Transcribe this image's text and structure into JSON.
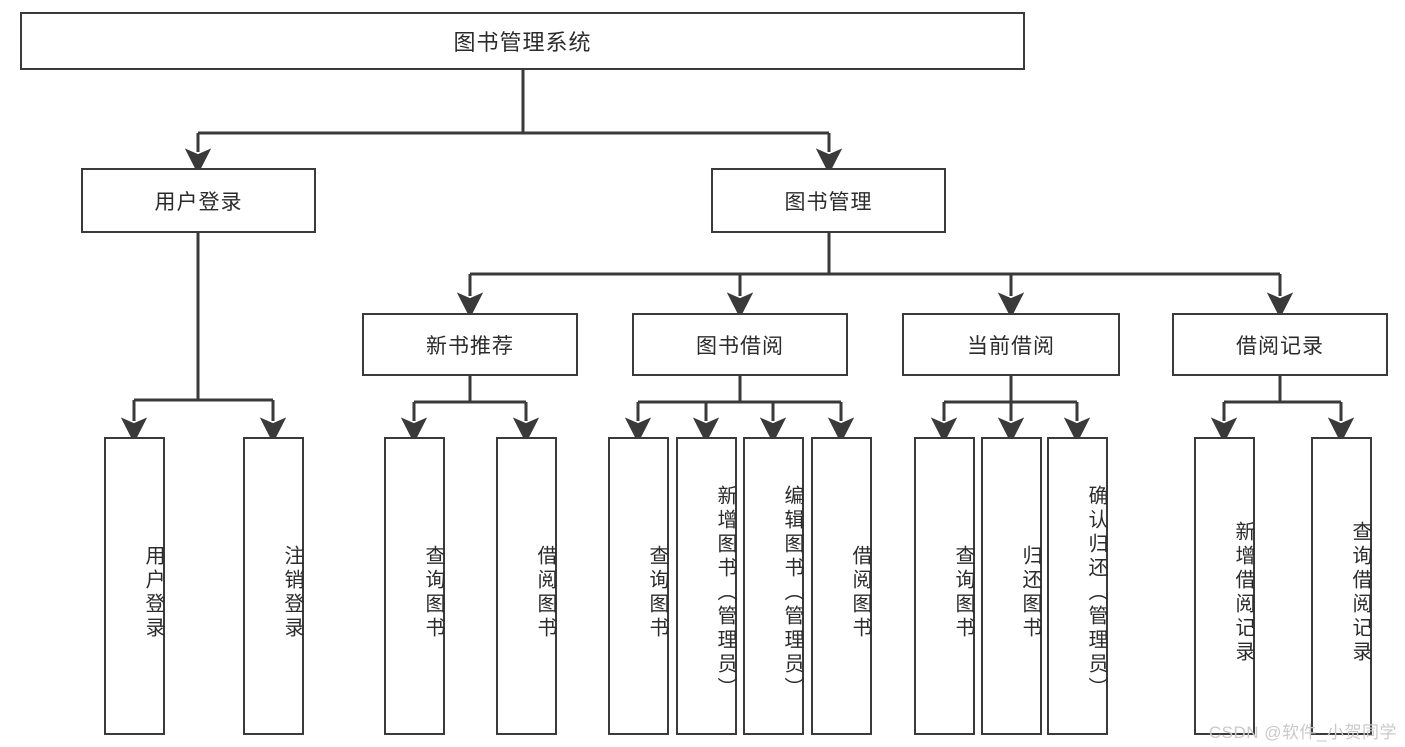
{
  "diagram": {
    "type": "tree",
    "title": "图书管理系统",
    "watermark": "CSDN @软件_小贺同学",
    "colors": {
      "stroke": "#3a3a3a",
      "text": "#2b2b2b",
      "background": "#ffffff",
      "watermark": "#c9c9c9"
    },
    "nodes": {
      "root": {
        "label": "图书管理系统"
      },
      "level2": [
        {
          "label": "用户登录"
        },
        {
          "label": "图书管理"
        }
      ],
      "level3": [
        {
          "label": "新书推荐"
        },
        {
          "label": "图书借阅"
        },
        {
          "label": "当前借阅"
        },
        {
          "label": "借阅记录"
        }
      ],
      "leaves": {
        "user_login": [
          {
            "label": "用户登录"
          },
          {
            "label": "注销登录"
          }
        ],
        "new_book_recommend": [
          {
            "label": "查询图书"
          },
          {
            "label": "借阅图书"
          }
        ],
        "book_borrow": [
          {
            "label": "查询图书"
          },
          {
            "label": "新增图书（管理员）"
          },
          {
            "label": "编辑图书（管理员）"
          },
          {
            "label": "借阅图书"
          }
        ],
        "current_borrow": [
          {
            "label": "查询图书"
          },
          {
            "label": "归还图书"
          },
          {
            "label": "确认归还（管理员）"
          }
        ],
        "borrow_record": [
          {
            "label": "新增借阅记录"
          },
          {
            "label": "查询借阅记录"
          }
        ]
      }
    }
  }
}
